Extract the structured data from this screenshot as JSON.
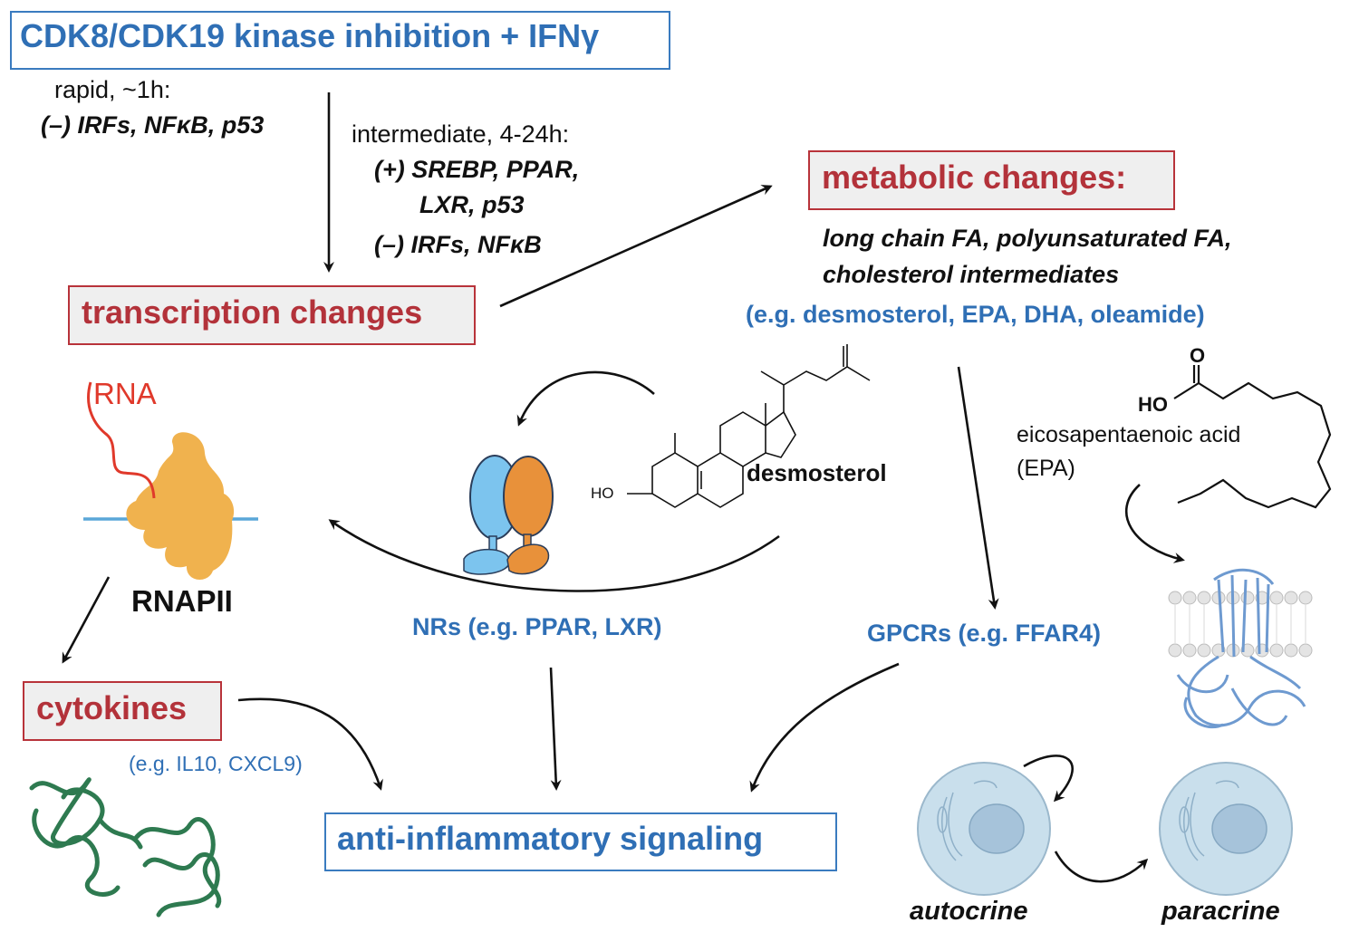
{
  "title": "CDK8/CDK19 kinase inhibition + IFNγ",
  "rapid": {
    "line1": "rapid, ~1h:",
    "line2": "(–) IRFs, NFκB, p53"
  },
  "intermediate": {
    "line1": "intermediate, 4-24h:",
    "line2": "(+) SREBP, PPAR,",
    "line3": "LXR, p53",
    "line4": "(–) IRFs, NFκB"
  },
  "transcription": "transcription changes",
  "metabolic": {
    "title": "metabolic changes:",
    "line1": "long chain FA, polyunsaturated FA,",
    "line2": "cholesterol intermediates",
    "examples": "(e.g. desmosterol, EPA, DHA, oleamide)"
  },
  "rna_label": "RNA",
  "rnapii_label": "RNAPII",
  "desmosterol_label": "desmosterol",
  "ho_label": "HO",
  "epa": {
    "o_label": "O",
    "ho_label": "HO",
    "name_line1": "eicosapentaenoic acid",
    "name_line2": "(EPA)"
  },
  "nrs_label": "NRs (e.g. PPAR, LXR)",
  "gpcrs_label": "GPCRs (e.g. FFAR4)",
  "cytokines": {
    "title": "cytokines",
    "examples": "(e.g. IL10, CXCL9)"
  },
  "anti_inflammatory": "anti-inflammatory signaling",
  "autocrine_label": "autocrine",
  "paracrine_label": "paracrine",
  "colors": {
    "blue_text": "#2f6fb5",
    "red_text": "#b3323a",
    "rna": "#e0392b",
    "polymerase": "#f0b24e",
    "nr_blue": "#7cc4ee",
    "nr_orange": "#e8913a",
    "cytokine_green": "#2e7a50",
    "gpcr_blue": "#6e9ad0",
    "cell": "#c9dfec"
  }
}
